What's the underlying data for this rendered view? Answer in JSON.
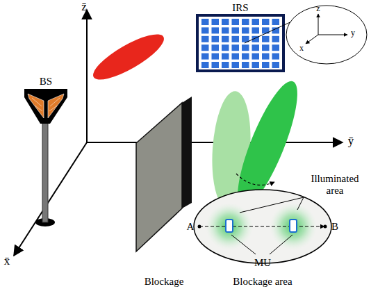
{
  "diagram": {
    "labels": [
      "z̄",
      "ȳ",
      "x̄",
      "BS",
      "IRS",
      "z",
      "y",
      "x",
      "Illuminated area",
      "A",
      "B",
      "MU",
      "Blockage",
      "Blockage area"
    ]
  }
}
